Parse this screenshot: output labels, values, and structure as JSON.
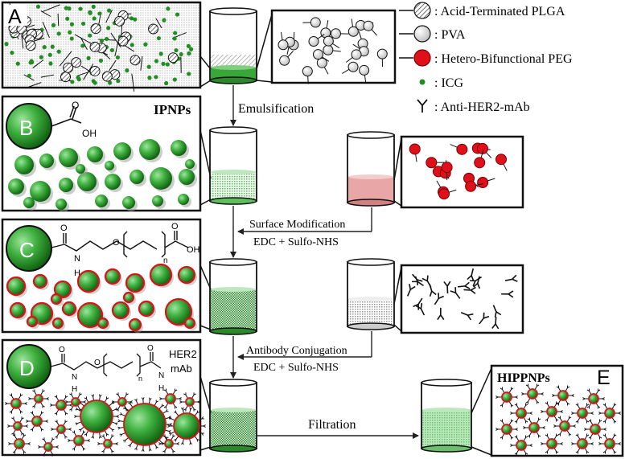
{
  "legend": {
    "plga": ": Acid-Terminated PLGA",
    "pva": ": PVA",
    "peg": ": Hetero-Bifunctional PEG",
    "icg": ": ICG",
    "antibody": ": Anti-HER2-mAb"
  },
  "panels": {
    "a": "A",
    "b": "B",
    "c": "C",
    "d": "D",
    "e": "E",
    "ipnps": "IPNPs",
    "hippnps": "HIPPNPs",
    "her2": "HER2",
    "mab": "mAb"
  },
  "chem": {
    "o": "O",
    "oh": "OH",
    "n": "N",
    "h": "H",
    "sub_n": "n"
  },
  "steps": {
    "emulsification": "Emulsification",
    "surface_modification": "Surface Modification",
    "edc1": "EDC + Sulfo-NHS",
    "antibody_conjugation": "Antibody Conjugation",
    "edc2": "EDC + Sulfo-NHS",
    "filtration": "Filtration"
  },
  "colors": {
    "green": "#1f8f1f",
    "red": "#e0101a",
    "line": "#111111"
  }
}
